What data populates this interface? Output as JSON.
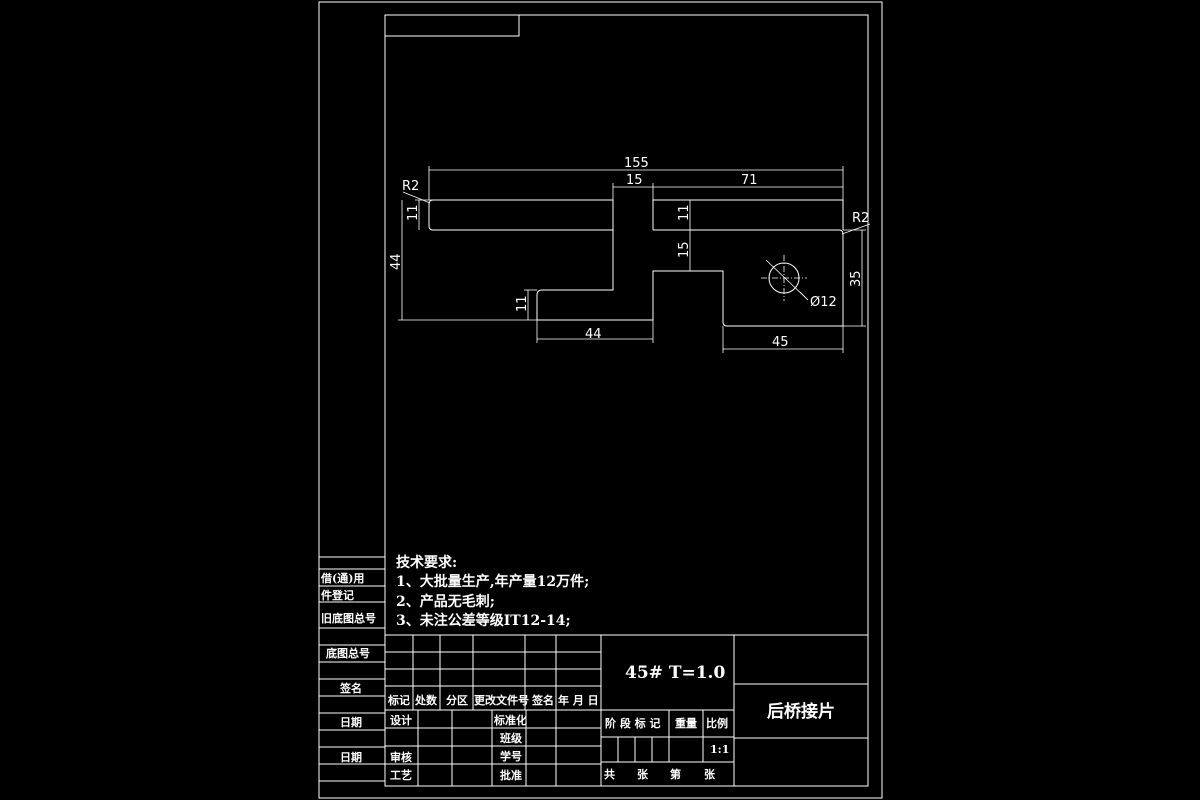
{
  "dimensions": {
    "overall_length": "155",
    "slot_width": "15",
    "right_length": "71",
    "left_radius": "R2",
    "right_radius": "R2",
    "top_thickness_left": "11",
    "top_thickness_mid": "11",
    "overall_height_left": "44",
    "step_height": "15",
    "right_height": "35",
    "hole_diameter": "Ø12",
    "bottom_left_thickness": "11",
    "bottom_mid_length": "44",
    "bottom_right_length": "45"
  },
  "technical_requirements": {
    "heading": "技术要求:",
    "items": [
      "1、大批量生产,年产量12万件;",
      "2、产品无毛刺;",
      "3、未注公差等级IT12-14;"
    ]
  },
  "side_panel": {
    "labels": [
      "借(通)用",
      "件登记",
      "旧底图总号",
      "底图总号",
      "签名",
      "日期",
      "日期"
    ]
  },
  "title_block": {
    "material": "45# T=1.0",
    "part_name": "后桥接片",
    "revision_headers": [
      "标记",
      "处数",
      "分区",
      "更改文件号",
      "签名",
      "年 月 日"
    ],
    "row_labels_left": [
      "设计",
      "审核",
      "工艺"
    ],
    "row_labels_mid": [
      "标准化",
      "班级",
      "学号",
      "批准"
    ],
    "stage_headers": [
      "阶 段 标 记",
      "重量",
      "比例"
    ],
    "scale": "1:1",
    "sheet_info": [
      "共",
      "张",
      "第",
      "张"
    ]
  }
}
